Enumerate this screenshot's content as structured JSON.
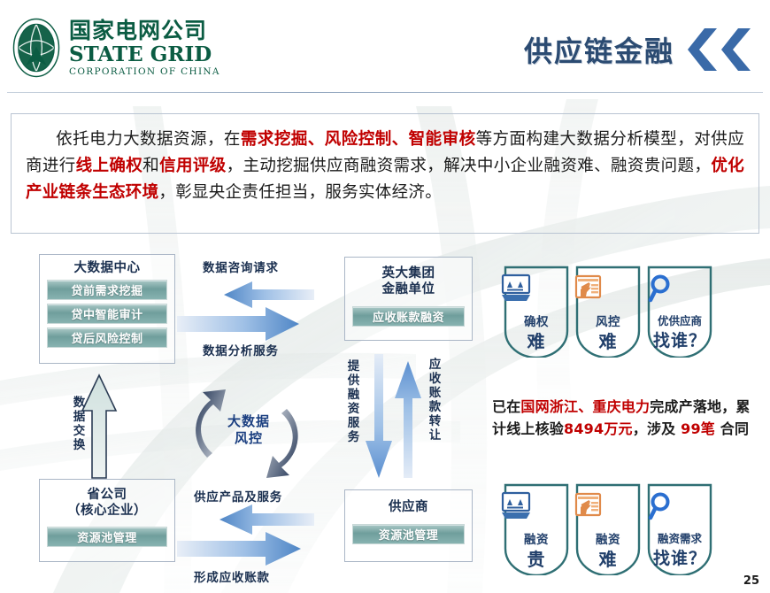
{
  "header": {
    "logo_cn": "国家电网公司",
    "logo_en": "STATE GRID",
    "logo_sub": "CORPORATION OF CHINA",
    "title": "供应链金融"
  },
  "intro": {
    "seg1": "依托电力大数据资源，在",
    "hl1": "需求挖掘、风险控制、智能审核",
    "seg2": "等方面构建大数据分析模型，对供应商进行",
    "hl2": "线上确权",
    "seg3": "和",
    "hl3": "信用评级",
    "seg4": "，主动挖掘供应商融资需求，解决中小企业融资难、融资贵问题，",
    "hl4": "优化产业链条生态环境",
    "seg5": "，彰显央企责任担当，服务实体经济。"
  },
  "diagram": {
    "bigdata_center": {
      "title": "大数据中心",
      "items": [
        "贷前需求挖掘",
        "贷中智能审计",
        "贷后风险控制"
      ]
    },
    "province_company": {
      "title": "省公司\n（核心企业）",
      "title_line1": "省公司",
      "title_line2": "（核心企业）",
      "items": [
        "资源池管理"
      ]
    },
    "yingda_group": {
      "title_line1": "英大集团",
      "title_line2": "金融单位",
      "items": [
        "应收账款融资"
      ]
    },
    "supplier": {
      "title": "供应商",
      "items": [
        "资源池管理"
      ]
    },
    "cycle_label_line1": "大数据",
    "cycle_label_line2": "风控",
    "arrows": {
      "data_query_request": "数据咨询请求",
      "data_analysis_service": "数据分析服务",
      "data_exchange": "数据交换",
      "supply_products_services": "供应产品及服务",
      "form_receivables": "形成应收账款",
      "provide_financing_service": "提供融资服务",
      "receivables_transfer": "应收账款转让"
    }
  },
  "badges_top": [
    {
      "icon": "screen-chart-icon",
      "line1": "确权",
      "line2": "难",
      "wide": false
    },
    {
      "icon": "window-hand-icon",
      "line1": "风控",
      "line2": "难",
      "wide": false
    },
    {
      "icon": "magnifier-icon",
      "line1": "优供应商",
      "line2": "找谁？",
      "wide": true
    }
  ],
  "badges_bottom": [
    {
      "icon": "screen-chart-icon",
      "line1": "融资",
      "line2": "贵",
      "wide": false
    },
    {
      "icon": "window-hand-icon",
      "line1": "融资",
      "line2": "难",
      "wide": false
    },
    {
      "icon": "magnifier-icon",
      "line1": "融资需求",
      "line2": "找谁？",
      "wide": true
    }
  ],
  "stat": {
    "seg1": "已在",
    "hl1": "国网浙江、重庆电力",
    "seg2": "完成产落地，累计线上核验",
    "hl2": "8494万元",
    "seg3": "，涉及 ",
    "hl3": "99笔",
    "seg4": " 合同"
  },
  "page_number": "25",
  "colors": {
    "brand_green": "#0b5c43",
    "title_blue": "#2b4b72",
    "chevron_blue": "#3a6aa8",
    "teal_bar": "#6f9e9c",
    "badge_border": "#2f6f74",
    "accent_red": "#c00000",
    "arrow_blue": "#5b8fd0"
  }
}
